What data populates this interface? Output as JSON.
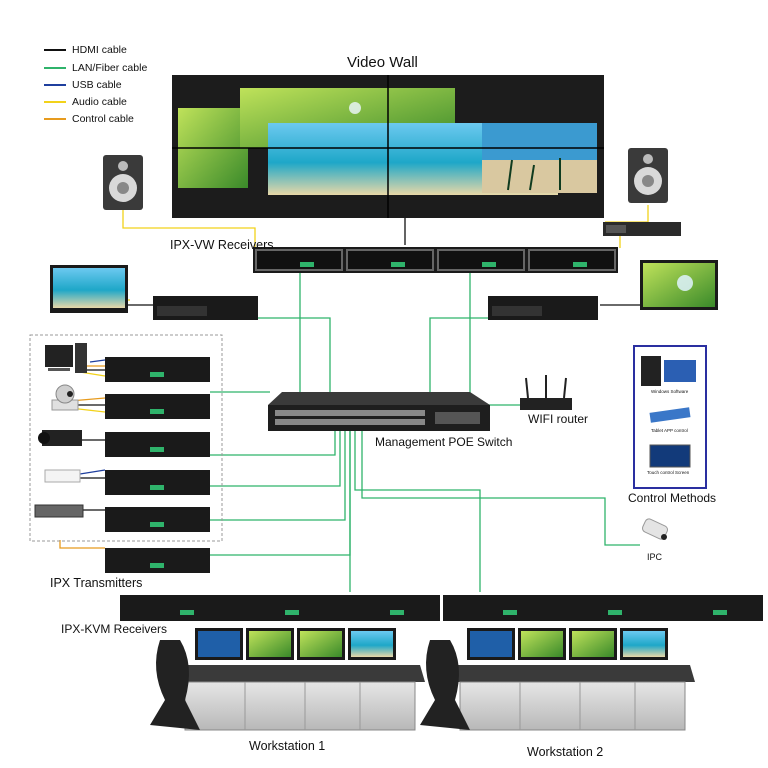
{
  "legend": {
    "items": [
      {
        "label": "HDMI cable",
        "color": "#111111"
      },
      {
        "label": "LAN/Fiber cable",
        "color": "#2fb36b"
      },
      {
        "label": "USB cable",
        "color": "#1f3f9e"
      },
      {
        "label": "Audio cable",
        "color": "#f2d21a"
      },
      {
        "label": "Control cable",
        "color": "#e79b1e"
      }
    ]
  },
  "labels": {
    "video_wall": "Video Wall",
    "vw_receivers": "IPX-VW Receivers",
    "switch": "Management POE Switch",
    "wifi": "WIFI router",
    "transmitters": "IPX Transmitters",
    "kvm_receivers": "IPX-KVM Receivers",
    "control_methods": "Control Methods",
    "ipc": "IPC",
    "workstation1": "Workstation 1",
    "workstation2": "Workstation 2"
  },
  "control_methods": {
    "items": [
      "Windows Software",
      "Tablet APP control",
      "Touch control Screen"
    ]
  },
  "colors": {
    "lan": "#2fb36b",
    "hdmi": "#111111",
    "audio": "#f2d21a",
    "usb": "#1f3f9e",
    "control": "#e79b1e",
    "device": "#1a1a1a",
    "control_box": "#2a2fa0"
  }
}
